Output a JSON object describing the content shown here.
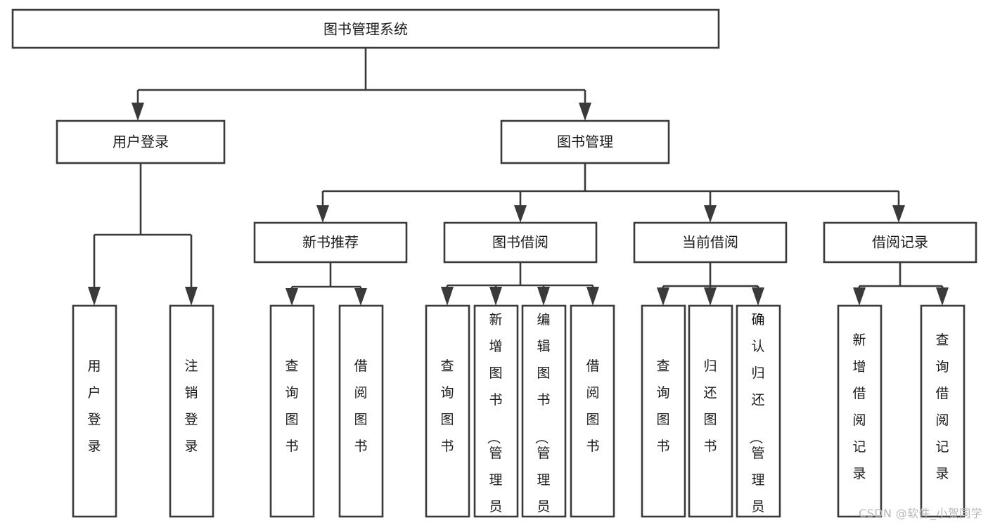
{
  "diagram": {
    "title": "图书管理系统",
    "type": "tree",
    "watermark": "CSDN @软件_小贺同学",
    "colors": {
      "background": "#ffffff",
      "box_fill": "#ffffff",
      "box_stroke": "#3a3a3a",
      "text": "#1a1a1a",
      "watermark": "#b8b8b8"
    },
    "levels": {
      "root": {
        "label": "图书管理系统"
      },
      "level1": [
        {
          "label": "用户登录"
        },
        {
          "label": "图书管理"
        }
      ],
      "level2": [
        {
          "label": "新书推荐"
        },
        {
          "label": "图书借阅"
        },
        {
          "label": "当前借阅"
        },
        {
          "label": "借阅记录"
        }
      ],
      "leaves_user_login": [
        {
          "label": "用户登录"
        },
        {
          "label": "注销登录"
        }
      ],
      "leaves_new_book": [
        {
          "label": "查询图书"
        },
        {
          "label": "借阅图书"
        }
      ],
      "leaves_borrow": [
        {
          "label": "查询图书"
        },
        {
          "label": "新增图书（管理员）"
        },
        {
          "label": "编辑图书（管理员）"
        },
        {
          "label": "借阅图书"
        }
      ],
      "leaves_current": [
        {
          "label": "查询图书"
        },
        {
          "label": "归还图书"
        },
        {
          "label": "确认归还（管理员）"
        }
      ],
      "leaves_records": [
        {
          "label": "新增借阅记录"
        },
        {
          "label": "查询借阅记录"
        }
      ]
    }
  }
}
